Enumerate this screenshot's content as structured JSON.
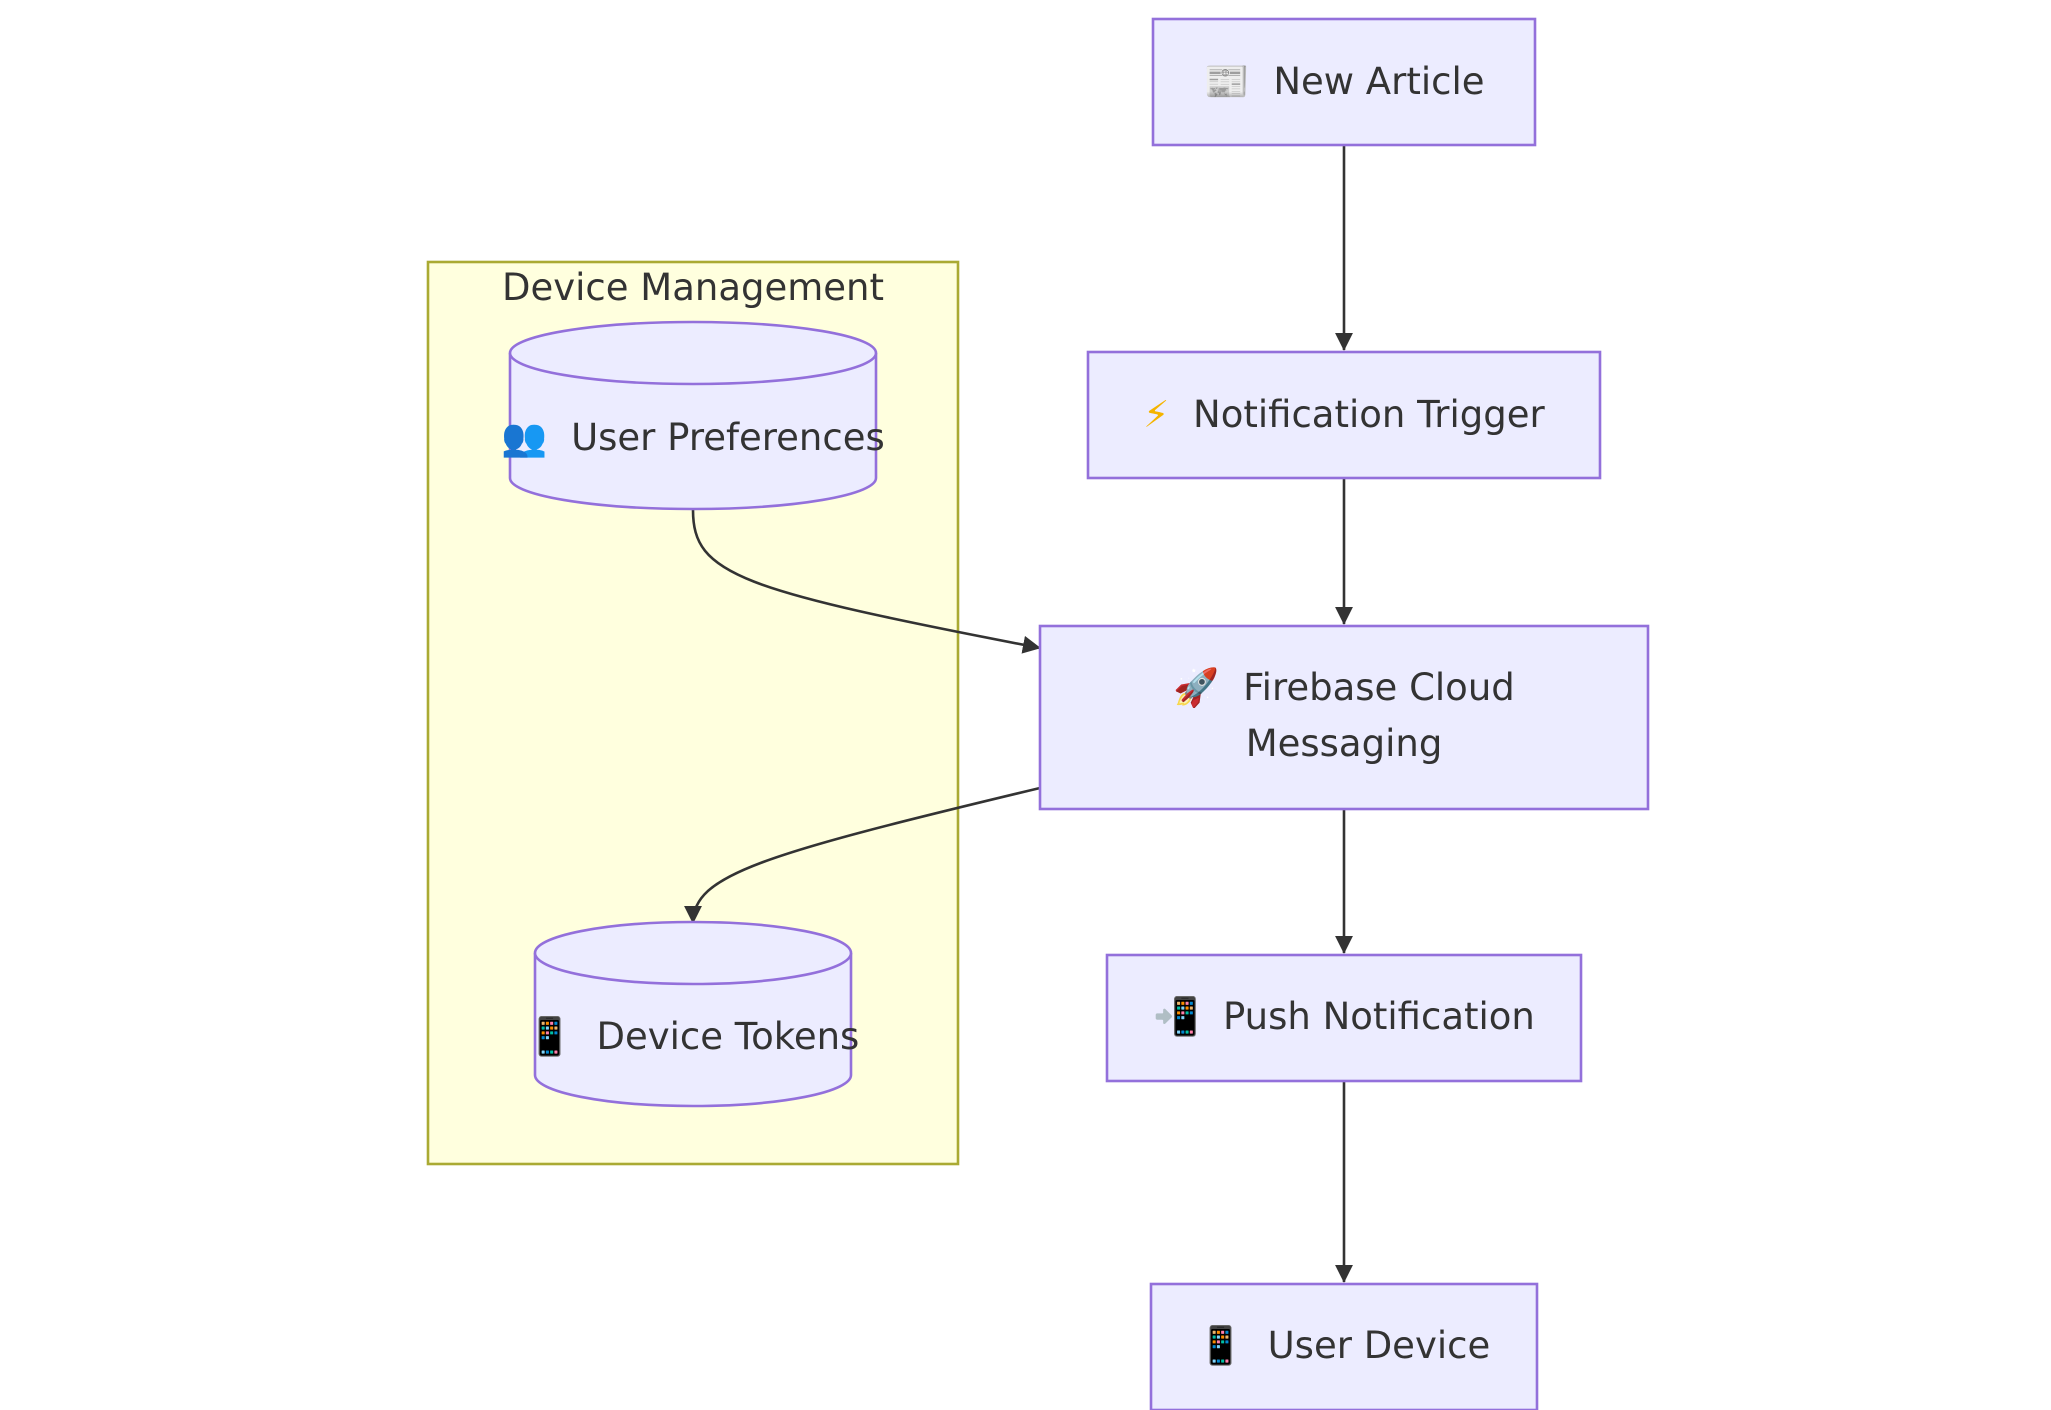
{
  "diagram": {
    "cluster": {
      "label": "Device Management"
    },
    "nodes": {
      "new_article": {
        "icon": "📰",
        "label": "New Article"
      },
      "notification_trigger": {
        "icon": "⚡",
        "label": "Notification Trigger"
      },
      "fcm_line1": {
        "icon": "🚀",
        "label": "Firebase Cloud"
      },
      "fcm_line2": {
        "label": "Messaging"
      },
      "push_notification": {
        "icon": "📲",
        "label": "Push Notification"
      },
      "user_device": {
        "icon": "📱",
        "label": "User Device"
      },
      "user_preferences": {
        "icon": "👥",
        "label": "User Preferences"
      },
      "device_tokens": {
        "icon": "📱",
        "label": "Device Tokens"
      }
    },
    "edges": [
      {
        "from": "New Article",
        "to": "Notification Trigger"
      },
      {
        "from": "Notification Trigger",
        "to": "Firebase Cloud Messaging"
      },
      {
        "from": "User Preferences",
        "to": "Firebase Cloud Messaging"
      },
      {
        "from": "Firebase Cloud Messaging",
        "to": "Device Tokens"
      },
      {
        "from": "Firebase Cloud Messaging",
        "to": "Push Notification"
      },
      {
        "from": "Push Notification",
        "to": "User Device"
      }
    ],
    "colors": {
      "node_fill": "#ECECFF",
      "node_stroke": "#9370DB",
      "cluster_fill": "#FFFFDE",
      "cluster_stroke": "#AAAA33",
      "edge": "#333333",
      "text": "#333333"
    }
  }
}
